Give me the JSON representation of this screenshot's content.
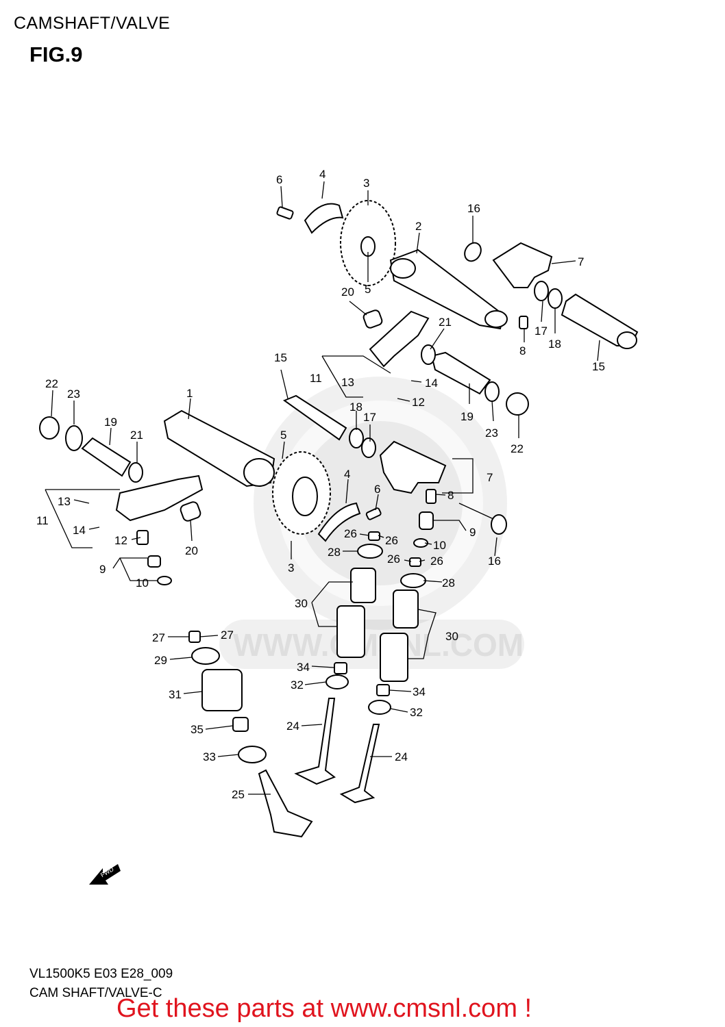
{
  "header": {
    "title": "CAMSHAFT/VALVE",
    "figure": "FIG.9"
  },
  "watermark": {
    "text": "WWW.CMSNL.COM"
  },
  "fwd_label": "FWD",
  "callouts": [
    {
      "id": "c6a",
      "label": "6"
    },
    {
      "id": "c4a",
      "label": "4"
    },
    {
      "id": "c3a",
      "label": "3"
    },
    {
      "id": "c16a",
      "label": "16"
    },
    {
      "id": "c2",
      "label": "2"
    },
    {
      "id": "c7a",
      "label": "7"
    },
    {
      "id": "c20a",
      "label": "20"
    },
    {
      "id": "c5a",
      "label": "5"
    },
    {
      "id": "c17a",
      "label": "17"
    },
    {
      "id": "c18a",
      "label": "18"
    },
    {
      "id": "c8a",
      "label": "8"
    },
    {
      "id": "c15a",
      "label": "15"
    },
    {
      "id": "c21a",
      "label": "21"
    },
    {
      "id": "c15b",
      "label": "15"
    },
    {
      "id": "c11a",
      "label": "11"
    },
    {
      "id": "c13a",
      "label": "13"
    },
    {
      "id": "c14a",
      "label": "14"
    },
    {
      "id": "c12a",
      "label": "12"
    },
    {
      "id": "c18b",
      "label": "18"
    },
    {
      "id": "c17b",
      "label": "17"
    },
    {
      "id": "c19a",
      "label": "19"
    },
    {
      "id": "c23a",
      "label": "23"
    },
    {
      "id": "c22a",
      "label": "22"
    },
    {
      "id": "c22b",
      "label": "22"
    },
    {
      "id": "c23b",
      "label": "23"
    },
    {
      "id": "c1",
      "label": "1"
    },
    {
      "id": "c19b",
      "label": "19"
    },
    {
      "id": "c21b",
      "label": "21"
    },
    {
      "id": "c5b",
      "label": "5"
    },
    {
      "id": "c4b",
      "label": "4"
    },
    {
      "id": "c6b",
      "label": "6"
    },
    {
      "id": "c7b",
      "label": "7"
    },
    {
      "id": "c8b",
      "label": "8"
    },
    {
      "id": "c13b",
      "label": "13"
    },
    {
      "id": "c11b",
      "label": "11"
    },
    {
      "id": "c14b",
      "label": "14"
    },
    {
      "id": "c12b",
      "label": "12"
    },
    {
      "id": "c20b",
      "label": "20"
    },
    {
      "id": "c9a",
      "label": "9"
    },
    {
      "id": "c10a",
      "label": "10"
    },
    {
      "id": "c3b",
      "label": "3"
    },
    {
      "id": "c26a",
      "label": "26"
    },
    {
      "id": "c26b",
      "label": "26"
    },
    {
      "id": "c9b",
      "label": "9"
    },
    {
      "id": "c10b",
      "label": "10"
    },
    {
      "id": "c16b",
      "label": "16"
    },
    {
      "id": "c28a",
      "label": "28"
    },
    {
      "id": "c26c",
      "label": "26"
    },
    {
      "id": "c26d",
      "label": "26"
    },
    {
      "id": "c28b",
      "label": "28"
    },
    {
      "id": "c30a",
      "label": "30"
    },
    {
      "id": "c30b",
      "label": "30"
    },
    {
      "id": "c27a",
      "label": "27"
    },
    {
      "id": "c27b",
      "label": "27"
    },
    {
      "id": "c29",
      "label": "29"
    },
    {
      "id": "c34a",
      "label": "34"
    },
    {
      "id": "c32a",
      "label": "32"
    },
    {
      "id": "c34b",
      "label": "34"
    },
    {
      "id": "c31",
      "label": "31"
    },
    {
      "id": "c32b",
      "label": "32"
    },
    {
      "id": "c24a",
      "label": "24"
    },
    {
      "id": "c35",
      "label": "35"
    },
    {
      "id": "c33",
      "label": "33"
    },
    {
      "id": "c24b",
      "label": "24"
    },
    {
      "id": "c25",
      "label": "25"
    }
  ],
  "footer": {
    "code": "VL1500K5 E03 E28_009",
    "name": "CAM SHAFT/VALVE-C",
    "promo": "Get these parts at www.cmsnl.com !"
  }
}
